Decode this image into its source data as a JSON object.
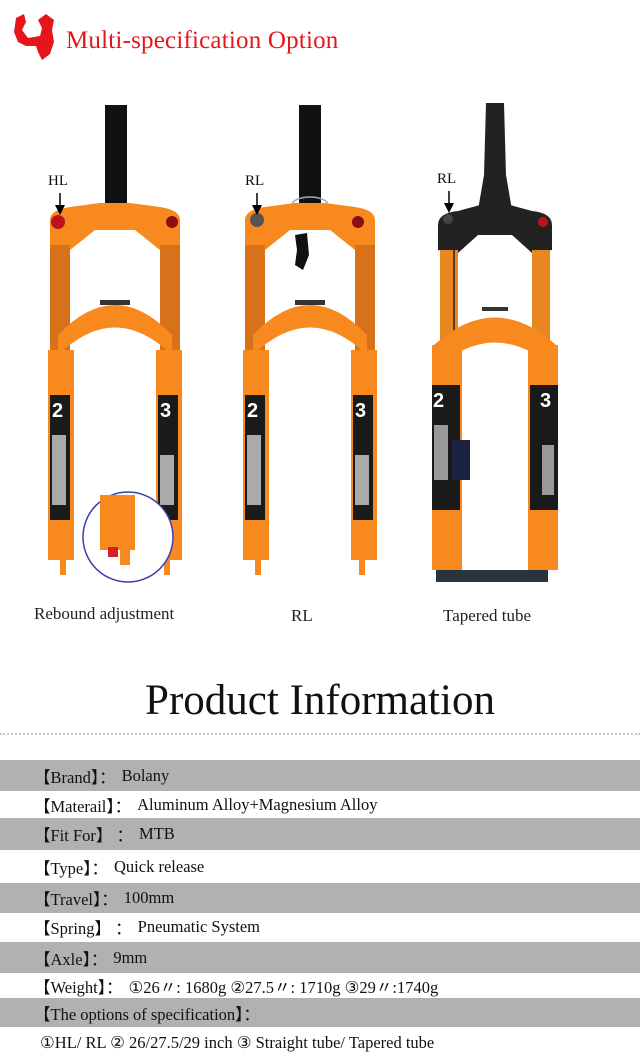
{
  "header": {
    "icon": "red-number-4-icon",
    "title": "Multi-specification Option",
    "accent_color": "#e5161b"
  },
  "forks": [
    {
      "tag": "HL",
      "caption": "Rebound adjustment",
      "variant": "straight-tube-HL",
      "color": "#f7891f"
    },
    {
      "tag": "RL",
      "caption": "RL",
      "variant": "straight-tube-RL-remote",
      "color": "#f7891f"
    },
    {
      "tag": "RL",
      "caption": "Tapered tube",
      "variant": "tapered-tube-RL-thru-axle",
      "color": "#f7891f"
    }
  ],
  "product_info": {
    "title": "Product Information",
    "rows": [
      {
        "key": "【Brand】：",
        "value": "Bolany"
      },
      {
        "key": "【Materail】：",
        "value": "Aluminum Alloy+Magnesium Alloy"
      },
      {
        "key": "【Fit For】 ：",
        "value": "MTB"
      },
      {
        "key": "【Type】：",
        "value": "Quick release"
      },
      {
        "key": "【Travel】：",
        "value": "100mm"
      },
      {
        "key": "【Spring】 ：",
        "value": "Pneumatic System"
      },
      {
        "key": "【Axle】：",
        "value": "9mm"
      },
      {
        "key": "【Weight】：",
        "value": "①26〃: 1680g  ②27.5〃: 1710g  ③29〃:1740g"
      },
      {
        "key": "【The options of specification】：",
        "value": ""
      },
      {
        "key": "",
        "value": "①HL/ RL   ② 26/27.5/29 inch   ③ Straight tube/ Tapered tube"
      }
    ]
  }
}
